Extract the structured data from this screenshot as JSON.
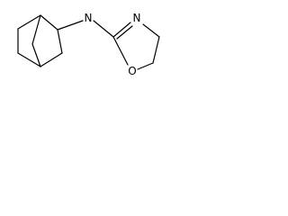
{
  "molecule": {
    "atoms": {
      "amine_nitrogen": "N",
      "ring_nitrogen": "N",
      "ring_oxygen": "O"
    }
  }
}
